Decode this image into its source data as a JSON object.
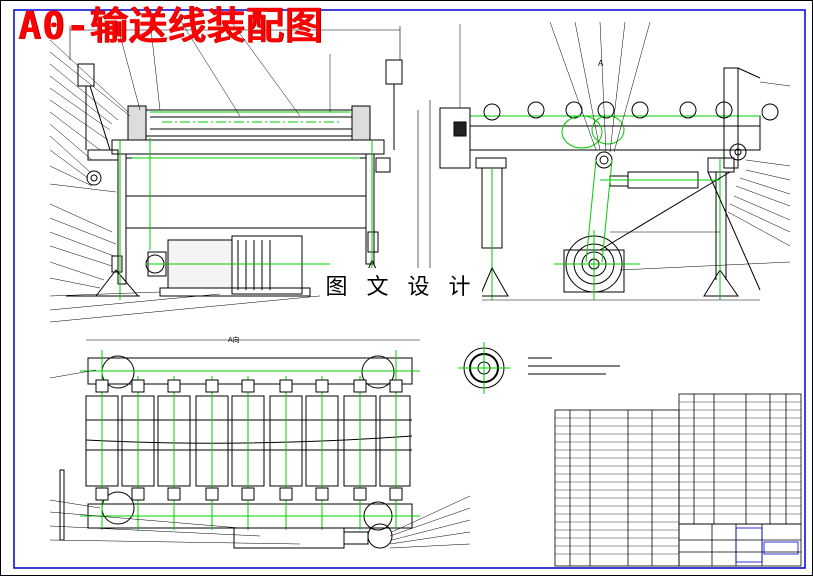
{
  "title": "A0-输送线装配图",
  "watermark": "图 文 设 计",
  "view_label_a": "A",
  "section_label": "A向",
  "colors": {
    "line": "#000000",
    "center_line": "#00cc00",
    "red_line": "#ff0000",
    "frame": "#0000cc",
    "title_text": "#ff0000"
  }
}
